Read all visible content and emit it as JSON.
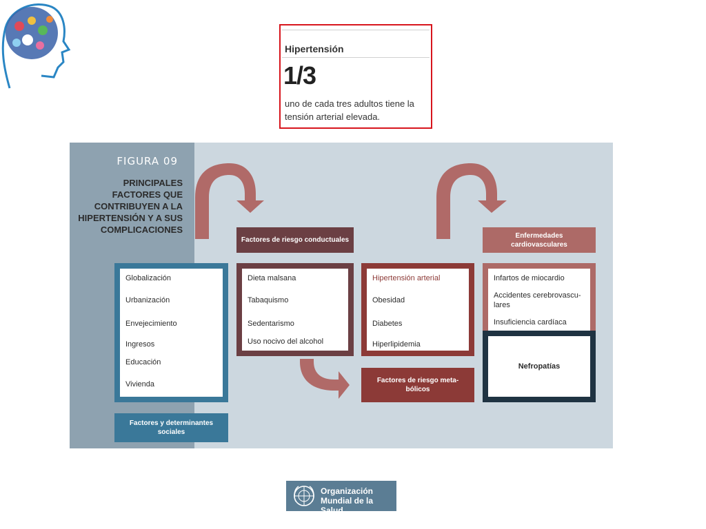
{
  "stat_card": {
    "title": "Hipertensión",
    "value": "1/3",
    "description": "uno de cada tres adultos tiene la tensión arterial elevada."
  },
  "figure": {
    "label": "FIGURA 09",
    "title": "PRINCIPALES FACTORES QUE CONTRIBUYEN A LA HIPERTENSIÓN Y A SUS COMPLICACIONES",
    "social": {
      "items": [
        "Globalización",
        "Urbanización",
        "Envejecimiento",
        "Ingresos",
        "Educación",
        "Vivienda"
      ],
      "header": "Factores y determinantes sociales",
      "color": "#3a7899"
    },
    "behavioral": {
      "header": "Factores de riesgo conductuales",
      "items": [
        "Dieta malsana",
        "Tabaquismo",
        "Sedentarismo",
        "Uso nocivo del alcohol"
      ],
      "color": "#6b3f43"
    },
    "metabolic": {
      "items": [
        "Hipertensión arterial",
        "Obesidad",
        "Diabetes",
        "Hiperlipidemia"
      ],
      "header": "Factores de riesgo meta-bólicos",
      "color": "#8c3a37"
    },
    "cardiovascular": {
      "header": "Enfermedades cardiovasculares",
      "items": [
        "Infartos de miocardio",
        "Accidentes cerebrovascu-lares",
        "Insuficiencia cardíaca"
      ],
      "color": "#ad6a67"
    },
    "renal": {
      "label": "Nefropatías",
      "color": "#1f3342"
    },
    "arrow_color": "#b06a68"
  },
  "who": {
    "line1": "Organización",
    "line2": "Mundial de la Salud"
  }
}
